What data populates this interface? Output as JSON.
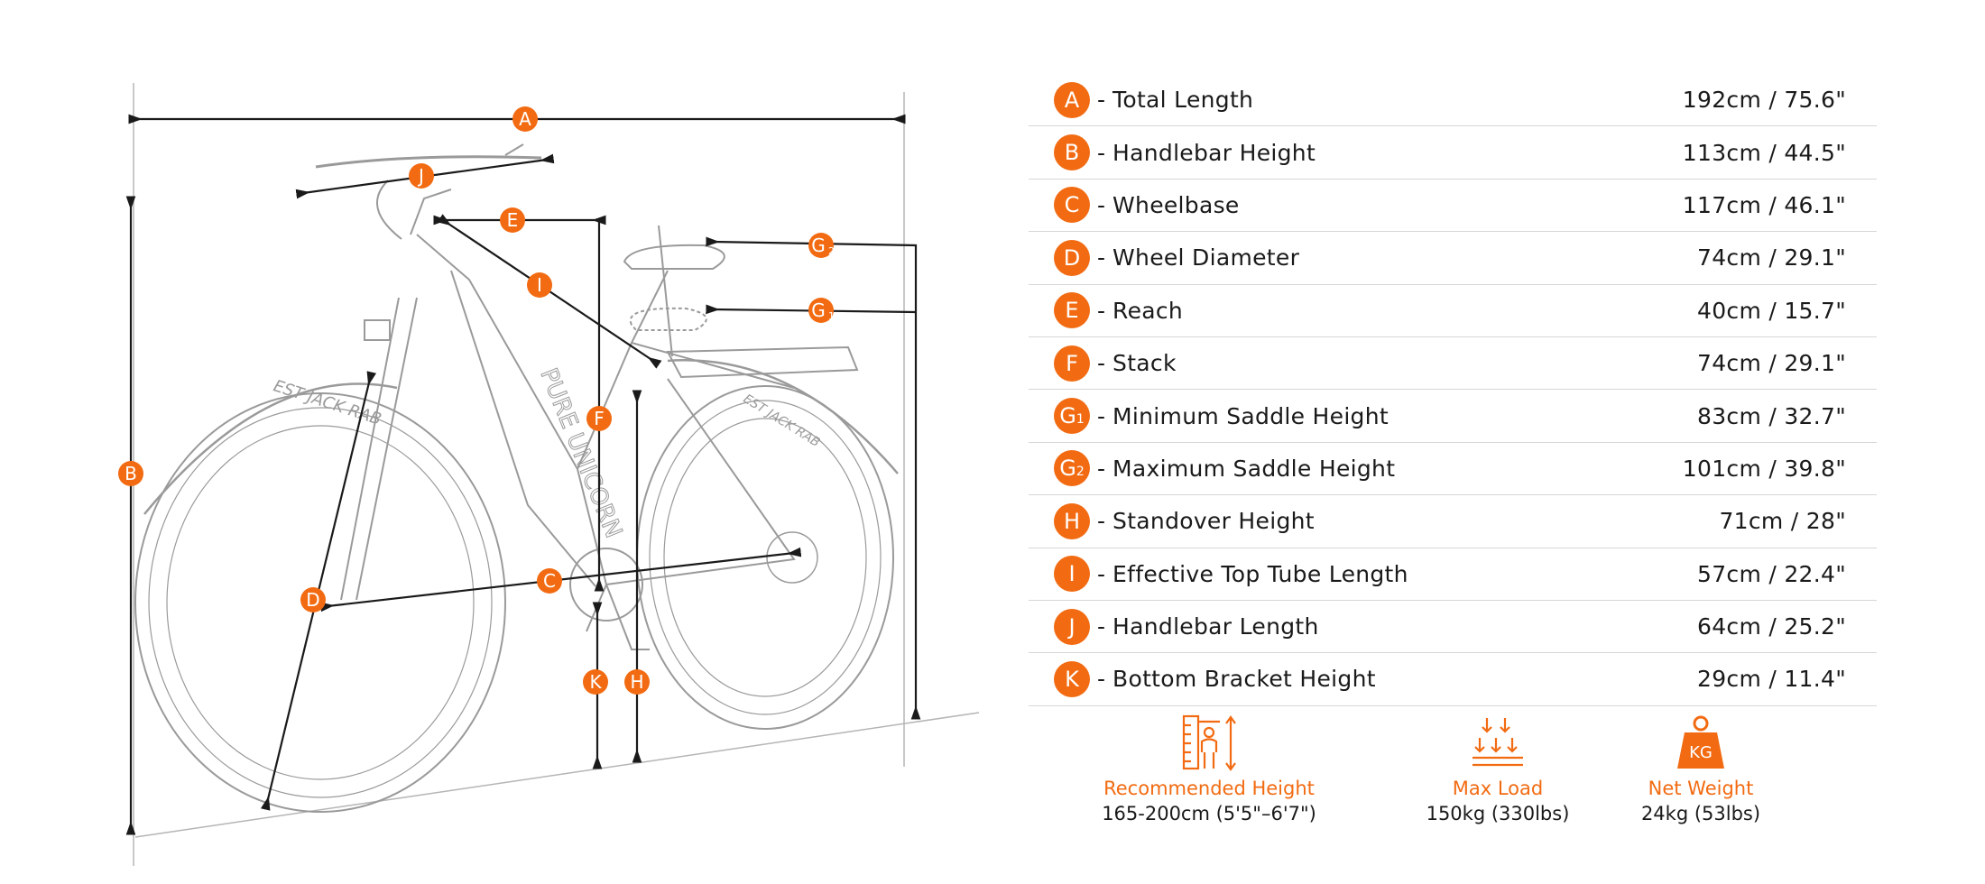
{
  "specs": [
    {
      "letter": "A",
      "sub": "",
      "label": "Total Length",
      "value": "192cm / 75.6\""
    },
    {
      "letter": "B",
      "sub": "",
      "label": "Handlebar Height",
      "value": "113cm / 44.5\""
    },
    {
      "letter": "C",
      "sub": "",
      "label": "Wheelbase",
      "value": "117cm / 46.1\""
    },
    {
      "letter": "D",
      "sub": "",
      "label": "Wheel Diameter",
      "value": "74cm / 29.1\""
    },
    {
      "letter": "E",
      "sub": "",
      "label": "Reach",
      "value": "40cm / 15.7\""
    },
    {
      "letter": "F",
      "sub": "",
      "label": "Stack",
      "value": "74cm / 29.1\""
    },
    {
      "letter": "G",
      "sub": "1",
      "label": "Minimum Saddle Height",
      "value": "83cm / 32.7\""
    },
    {
      "letter": "G",
      "sub": "2",
      "label": "Maximum Saddle Height",
      "value": "101cm / 39.8\""
    },
    {
      "letter": "H",
      "sub": "",
      "label": "Standover Height",
      "value": "71cm / 28\""
    },
    {
      "letter": "I",
      "sub": "",
      "label": "Effective Top Tube Length",
      "value": "57cm / 22.4\""
    },
    {
      "letter": "J",
      "sub": "",
      "label": "Handlebar Length",
      "value": "64cm / 25.2\""
    },
    {
      "letter": "K",
      "sub": "",
      "label": "Bottom Bracket Height",
      "value": "29cm / 11.4\""
    }
  ],
  "footer": {
    "recommended_height": {
      "title": "Recommended Height",
      "value": "165-200cm (5'5\"–6'7\")",
      "icon": "height-ruler-icon"
    },
    "max_load": {
      "title": "Max Load",
      "value": "150kg (330lbs)",
      "icon": "load-arrows-icon"
    },
    "net_weight": {
      "title": "Net Weight",
      "value": "24kg (53lbs)",
      "icon": "kg-weight-icon",
      "icon_text": "KG"
    }
  },
  "diagram": {
    "markers": {
      "A": "A",
      "B": "B",
      "C": "C",
      "D": "D",
      "E": "E",
      "F": "F",
      "G1": "G",
      "G1_sub": "1",
      "G2": "G",
      "G2_sub": "2",
      "H": "H",
      "I": "I",
      "J": "J",
      "K": "K"
    },
    "tire_text": "EST JACK RAB",
    "frame_text": "PURE UNICORN"
  },
  "colors": {
    "accent": "#f26b12",
    "dimension_line": "#1a1a1a",
    "sketch": "#9a9a9a",
    "divider": "#d6d6d6"
  }
}
